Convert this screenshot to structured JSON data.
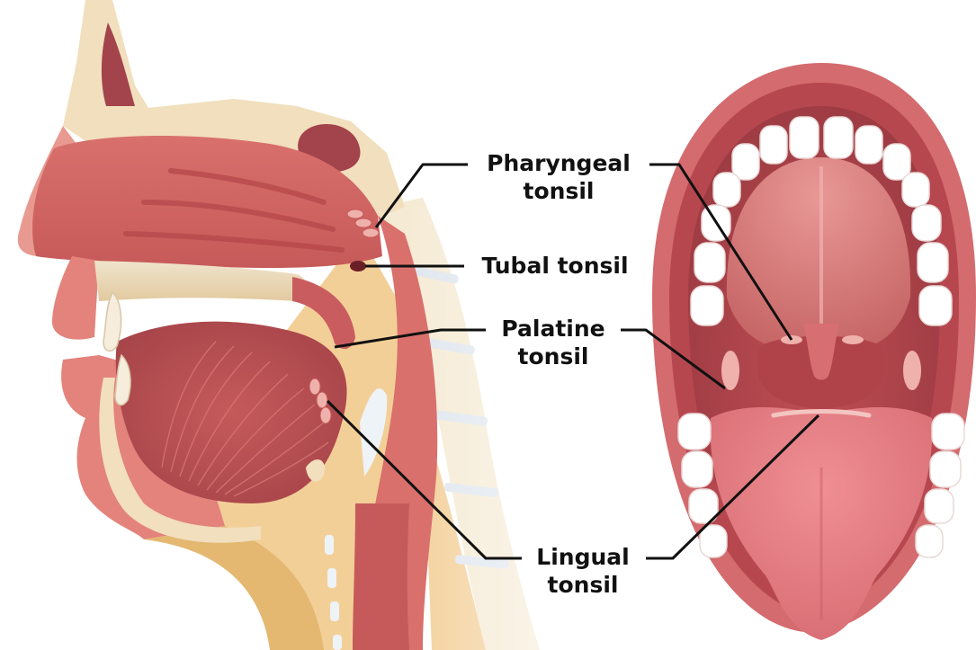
{
  "labels": {
    "pharyngeal": {
      "line1": "Pharyngeal",
      "line2": "tonsil"
    },
    "tubal": {
      "line1": "Tubal tonsil"
    },
    "palatine": {
      "line1": "Palatine",
      "line2": "tonsil"
    },
    "lingual": {
      "line1": "Lingual",
      "line2": "tonsil"
    }
  },
  "colors": {
    "tissue": "#d9706c",
    "tissue_dark": "#b5474a",
    "tissue_light": "#eda7a4",
    "bone": "#f1dfbd",
    "skin": "#e4b871",
    "teeth": "#ffffff",
    "leader": "#111111"
  }
}
